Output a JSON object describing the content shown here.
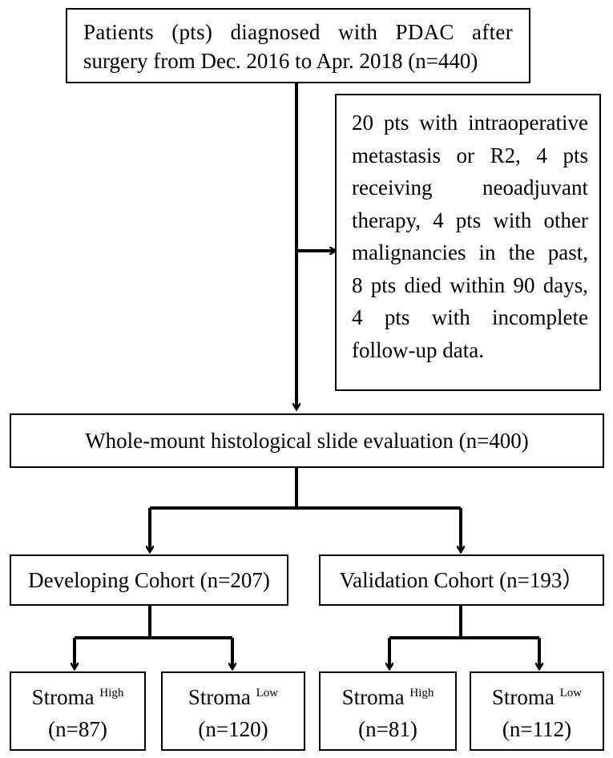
{
  "top_box": {
    "line1": "Patients (pts) diagnosed with PDAC after",
    "line2": "surgery from Dec. 2016 to Apr. 2018 (n=440)"
  },
  "exclusion_box": {
    "lines": [
      "20 pts with intraoperative",
      "metastasis or R2, 4 pts",
      "receiving neoadjuvant",
      "therapy, 4 pts with other",
      "malignancies in the past,",
      "8 pts died within 90 days,",
      "4 pts with incomplete",
      "follow-up data."
    ]
  },
  "evaluation_box": {
    "text": "Whole-mount histological slide evaluation (n=400)"
  },
  "developing_box": {
    "text": "Developing Cohort (n=207)"
  },
  "validation_box": {
    "text": "Validation Cohort (n=193）"
  },
  "leaves": [
    {
      "label": "Stroma",
      "sup": "High",
      "n": "(n=87)"
    },
    {
      "label": "Stroma",
      "sup": "Low",
      "n": "(n=120)"
    },
    {
      "label": "Stroma",
      "sup": "High",
      "n": "(n=81)"
    },
    {
      "label": "Stroma",
      "sup": "Low",
      "n": "(n=112)"
    }
  ]
}
